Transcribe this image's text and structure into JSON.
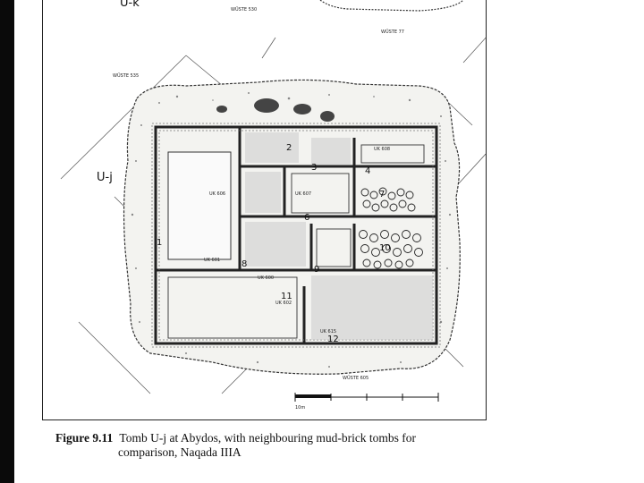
{
  "figure": {
    "tomb_labels": {
      "uk": "U-k",
      "uj": "U-j"
    },
    "room_numbers": [
      "1",
      "2",
      "3",
      "4",
      "6",
      "7",
      "8",
      "9",
      "10",
      "11",
      "12"
    ],
    "survey_labels": [
      "WÜSTE 530",
      "WÜSTE 77",
      "WÜSTE 535",
      "WÜSTE 605",
      "UK 608",
      "UK 607",
      "UK 601",
      "UK 600",
      "UK 606",
      "UK 602",
      "UK 615"
    ],
    "scale_label": "10m"
  },
  "caption": {
    "label": "Figure 9.11",
    "line1": "Tomb U-j at Abydos, with neighbouring mud-brick tombs for",
    "line2": "comparison, Naqada IIIA"
  }
}
